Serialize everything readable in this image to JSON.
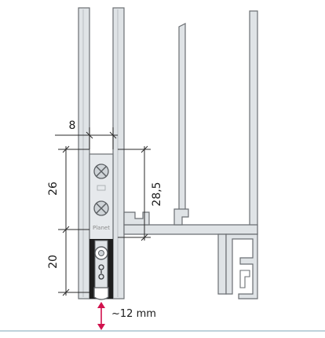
{
  "dimensions": {
    "width_top": "8",
    "height_upper": "26",
    "height_lower": "20",
    "height_profile": "28,5"
  },
  "gap": {
    "label": "~12 mm"
  },
  "brand": {
    "label": "Planet"
  },
  "colors": {
    "profile_fill": "#dfe3e6",
    "profile_stroke": "#6b6f73",
    "dark_strip": "#1e1e1e",
    "dimension_line": "#2a2a2a",
    "arrow_accent": "#d1124d",
    "floor_line": "#a9c3cf"
  }
}
